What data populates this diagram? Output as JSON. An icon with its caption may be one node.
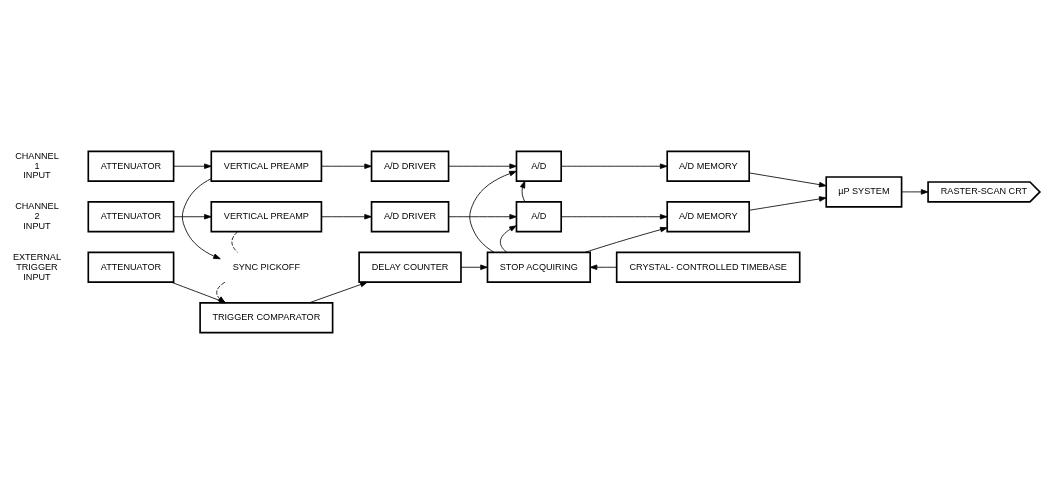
{
  "diagram": {
    "nodes": [
      {
        "text": [
          "ATTENUATOR"
        ],
        "beside": [
          "CHANNEL 1 INPUT"
        ]
      },
      {
        "text": [
          "VERTICAL PREAMP"
        ]
      },
      {
        "text": [
          "A/D DRIVER"
        ]
      },
      {
        "text": [
          "A/D"
        ]
      },
      {
        "text": [
          "A/D MEMORY"
        ]
      },
      {
        "text": [
          "µP SYSTEM"
        ]
      },
      {
        "text": [
          "RASTER-SCAN CRT"
        ]
      },
      {
        "text": [
          "ATTENUATOR"
        ],
        "beside": [
          "CHANNEL 2 INPUT"
        ]
      },
      {
        "text": [
          "VERTICAL PREAMP"
        ]
      },
      {
        "text": [
          "A/D DRIVER"
        ]
      },
      {
        "text": [
          "A/D"
        ]
      },
      {
        "text": [
          "A/D MEMORY"
        ]
      },
      {
        "text": [
          "SYNC PICKOFF"
        ]
      },
      {
        "text": [
          "ATTENUATOR"
        ],
        "beside": [
          "EXTERNAL TRIGGER INPUT"
        ]
      },
      {
        "text": [
          "TRIGGER COMPARATOR"
        ]
      },
      {
        "text": [
          "DELAY COUNTER"
        ]
      },
      {
        "text": [
          "STOP ACQUIRING"
        ]
      },
      {
        "text": [
          "CRYSTAL- CONTROLLED TIMEBASE"
        ]
      }
    ],
    "edges": [
      {
        "from": 0,
        "to": 1,
        "arrow": "to"
      },
      {
        "from": 1,
        "to": 2,
        "arrow": "to"
      },
      {
        "from": 2,
        "to": 3,
        "arrow": "to"
      },
      {
        "from": 3,
        "to": 4,
        "arrow": "to"
      },
      {
        "from": 4,
        "to": 5,
        "arrow": "to"
      },
      {
        "from": 5,
        "to": 6,
        "arrow": "to"
      },
      {
        "from": 7,
        "to": 8,
        "arrow": "to"
      },
      {
        "from": 8,
        "to": 9,
        "arrow": "to"
      },
      {
        "from": 9,
        "to": 10,
        "arrow": "to"
      },
      {
        "from": 10,
        "to": 11,
        "arrow": "to"
      },
      {
        "from": 11,
        "to": 5,
        "arrow": "to"
      },
      {
        "from": 10,
        "to": 3,
        "arrow": "to"
      },
      {
        "from": 1,
        "to": 12,
        "arrow": "to"
      },
      {
        "from": 8,
        "to": 12,
        "arrow": "none",
        "style": "dashed"
      },
      {
        "from": 12,
        "to": 14,
        "arrow": "to",
        "style": "dashed"
      },
      {
        "from": 13,
        "to": 14,
        "arrow": "to"
      },
      {
        "from": 14,
        "to": 15,
        "arrow": "to"
      },
      {
        "from": 15,
        "to": 16,
        "arrow": "to"
      },
      {
        "from": 17,
        "to": 16,
        "arrow": "to"
      },
      {
        "from": 16,
        "to": 10,
        "arrow": "to"
      },
      {
        "from": 16,
        "to": 3,
        "arrow": "to"
      },
      {
        "from": 16,
        "to": 11,
        "arrow": "to"
      }
    ]
  }
}
